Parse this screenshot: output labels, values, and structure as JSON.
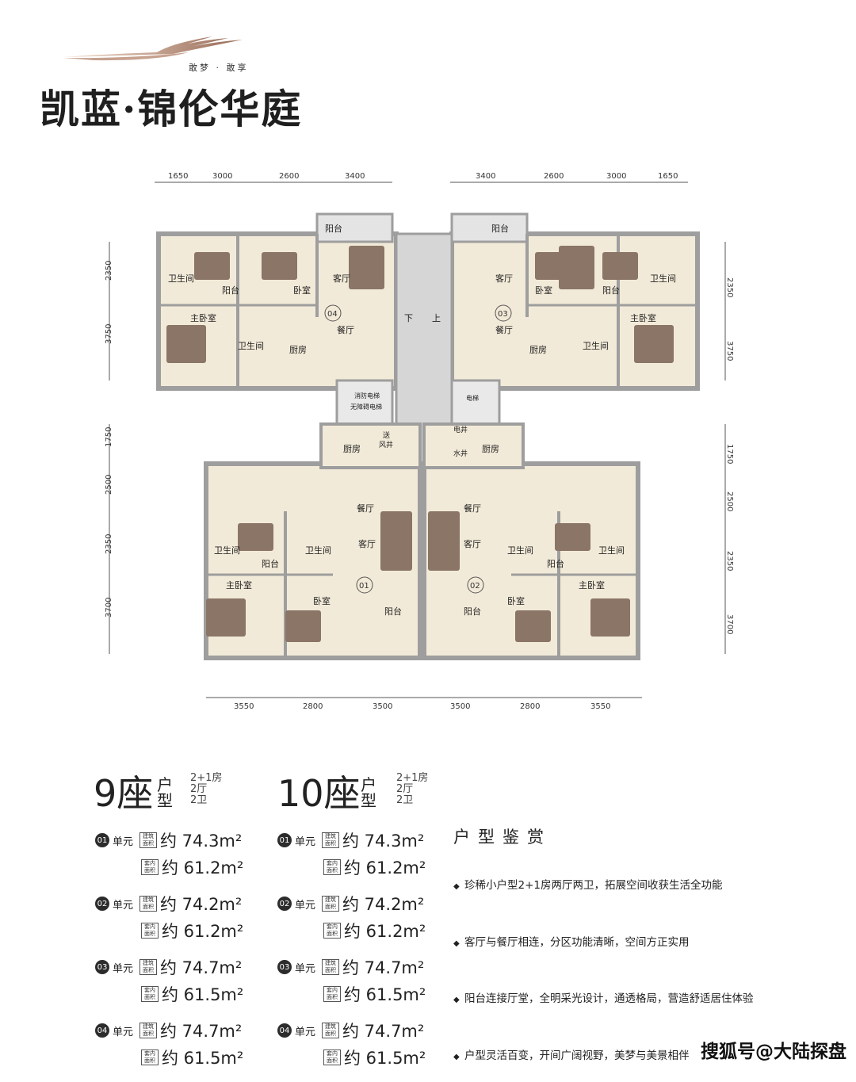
{
  "header": {
    "slogan": "敢梦 · 敢享",
    "brand": "凯蓝·锦伦华庭"
  },
  "plan": {
    "top_dims": [
      "1650",
      "3000",
      "2600",
      "3400",
      "3400",
      "2600",
      "3000",
      "1650"
    ],
    "bottom_dims": [
      "3550",
      "2800",
      "3500",
      "3500",
      "2800",
      "3550"
    ],
    "left_dims": [
      "2350",
      "3750",
      "1750",
      "2500",
      "2350",
      "3700"
    ],
    "right_dims": [
      "2350",
      "3750",
      "1750",
      "2500",
      "2350",
      "3700"
    ],
    "rooms": {
      "balcony": "阳台",
      "bath": "卫生间",
      "bedroom": "卧室",
      "master": "主卧室",
      "living": "客厅",
      "dining": "餐厅",
      "kitchen": "厨房",
      "down": "下",
      "up": "上",
      "fire_elev": "消防电梯",
      "barrier_free": "无障碍电梯",
      "elevator": "电梯",
      "air_shaft_a": "送",
      "air_shaft_b": "风井",
      "elec": "电井",
      "water": "水井"
    },
    "unit_nums": [
      "04",
      "03",
      "01",
      "02"
    ]
  },
  "seat9": {
    "name": "9座",
    "type_label": "户型",
    "spec": [
      "2+1房",
      "2厅",
      "2卫"
    ],
    "units": [
      {
        "num": "01",
        "label": "单元",
        "build_label": "建筑面积",
        "build": "约 74.3m²",
        "inner_label": "套内面积",
        "inner": "约 61.2m²"
      },
      {
        "num": "02",
        "label": "单元",
        "build_label": "建筑面积",
        "build": "约 74.2m²",
        "inner_label": "套内面积",
        "inner": "约 61.2m²"
      },
      {
        "num": "03",
        "label": "单元",
        "build_label": "建筑面积",
        "build": "约 74.7m²",
        "inner_label": "套内面积",
        "inner": "约 61.5m²"
      },
      {
        "num": "04",
        "label": "单元",
        "build_label": "建筑面积",
        "build": "约 74.7m²",
        "inner_label": "套内面积",
        "inner": "约 61.5m²"
      }
    ]
  },
  "seat10": {
    "name": "10座",
    "type_label": "户型",
    "spec": [
      "2+1房",
      "2厅",
      "2卫"
    ],
    "units": [
      {
        "num": "01",
        "label": "单元",
        "build_label": "建筑面积",
        "build": "约 74.3m²",
        "inner_label": "套内面积",
        "inner": "约 61.2m²"
      },
      {
        "num": "02",
        "label": "单元",
        "build_label": "建筑面积",
        "build": "约 74.2m²",
        "inner_label": "套内面积",
        "inner": "约 61.2m²"
      },
      {
        "num": "03",
        "label": "单元",
        "build_label": "建筑面积",
        "build": "约 74.7m²",
        "inner_label": "套内面积",
        "inner": "约 61.5m²"
      },
      {
        "num": "04",
        "label": "单元",
        "build_label": "建筑面积",
        "build": "约 74.7m²",
        "inner_label": "套内面积",
        "inner": "约 61.5m²"
      }
    ]
  },
  "appreciation": {
    "title": "户型鉴赏",
    "features": [
      "珍稀小户型2+1房两厅两卫，拓展空间收获生活全功能",
      "客厅与餐厅相连，分区功能清晰，空间方正实用",
      "阳台连接厅堂，全明采光设计，通透格局，营造舒适居住体验",
      "户型灵活百变，开间广阔视野，美梦与美景相伴"
    ]
  },
  "watermark": "搜狐号@大陆探盘",
  "colors": {
    "wall": "#c9c9c9",
    "floor": "#f2ead8",
    "furniture": "#8a7566",
    "text": "#222222"
  }
}
